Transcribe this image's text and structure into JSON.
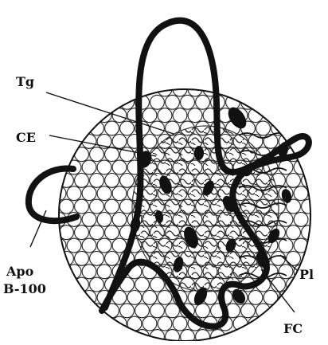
{
  "figure": {
    "labels": {
      "tg": "Tg",
      "ce": "CE",
      "apo_line1": "Apo",
      "apo_line2": "B-100",
      "pl": "Pl",
      "fc": "FC"
    }
  }
}
